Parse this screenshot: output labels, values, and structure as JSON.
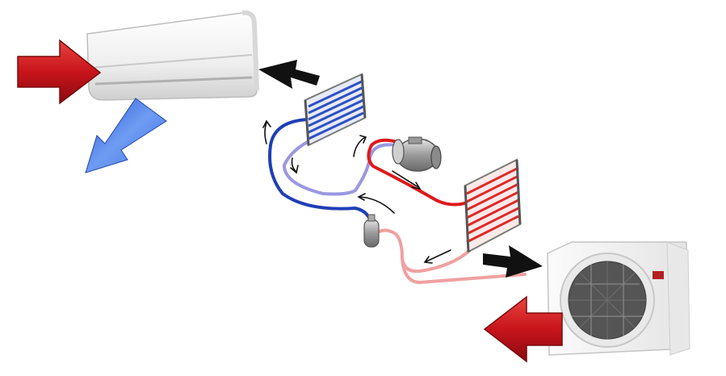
{
  "diagram": {
    "components": [
      {
        "id": "indoor-unit",
        "kind": "wall-mounted split air conditioner"
      },
      {
        "id": "evaporator-coil",
        "kind": "cold heat exchanger"
      },
      {
        "id": "compressor",
        "kind": "compressor"
      },
      {
        "id": "condenser-coil",
        "kind": "hot heat exchanger"
      },
      {
        "id": "expansion-device",
        "kind": "refrigerant valve / receiver"
      },
      {
        "id": "outdoor-unit",
        "kind": "outdoor condensing unit with fan"
      }
    ],
    "flows": [
      {
        "id": "warm-air-in",
        "color": "#c8141b"
      },
      {
        "id": "cool-air-out",
        "color": "#3c6ee6"
      },
      {
        "id": "heat-to-indoor",
        "color": "#111111"
      },
      {
        "id": "heat-to-outdoor",
        "color": "#111111"
      },
      {
        "id": "hot-air-out",
        "color": "#c8141b"
      }
    ],
    "colors": {
      "cold_pipe": "#1f3fb5",
      "cold_pipe_light": "#9b98e0",
      "hot_pipe": "#e01919",
      "hot_pipe_light": "#f0a0a0",
      "hot_arrow": "#c8141b",
      "cool_arrow": "#3c6ee6",
      "black_arrow": "#111111",
      "unit_body": "#f4f4f4"
    }
  }
}
